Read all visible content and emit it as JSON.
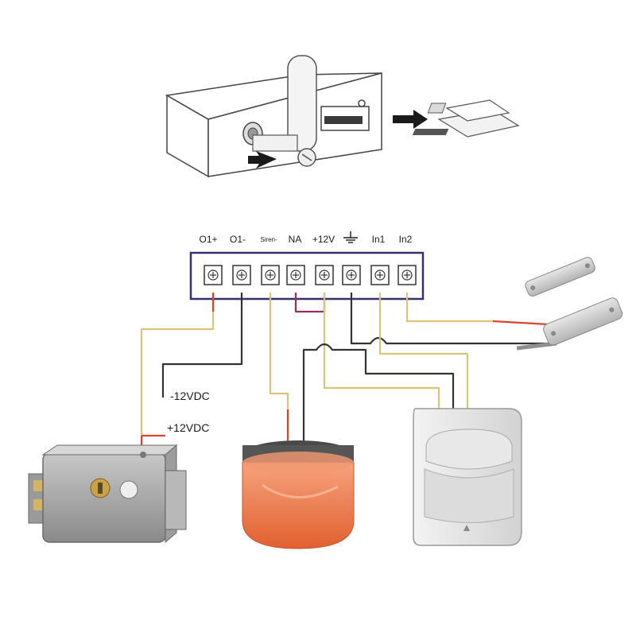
{
  "terminals": [
    {
      "label": "O1+"
    },
    {
      "label": "O1-"
    },
    {
      "label": "Siren-",
      "small": true
    },
    {
      "label": "NA"
    },
    {
      "label": "+12V"
    },
    {
      "label": "⏚",
      "icon": "ground-icon"
    },
    {
      "label": "In1"
    },
    {
      "label": "In2"
    }
  ],
  "power": {
    "negative_label": "-12VDC",
    "positive_label": "+12VDC"
  },
  "devices": {
    "lock": "electric-lock",
    "siren": "strobe-siren",
    "pir": "pir-motion-sensor",
    "door_sensor": "magnetic-door-contact",
    "module": "gsm-module-with-antenna",
    "sim": "sim-card"
  },
  "colors": {
    "wire_red": "#d9452b",
    "wire_yellow": "#d8c47a",
    "wire_black": "#333333",
    "wire_gray": "#8f8f8f",
    "panel_border": "#3a2f6e",
    "siren_orange": "#ee7a4e"
  }
}
